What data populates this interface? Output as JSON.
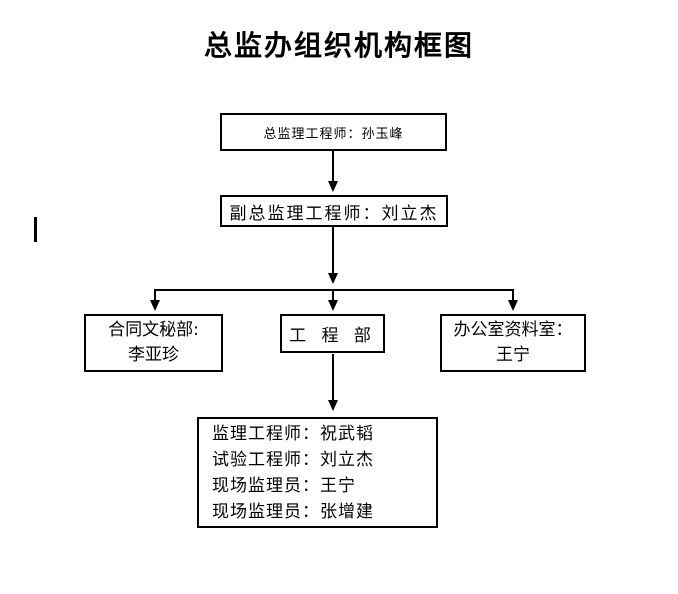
{
  "title": "总监办组织机构框图",
  "cursor_glyph": "|",
  "colors": {
    "background": "#ffffff",
    "line": "#000000",
    "text": "#000000",
    "box_border": "#000000"
  },
  "org_chart": {
    "type": "org-hierarchy",
    "nodes": [
      {
        "id": "chief",
        "label": "总监理工程师：孙玉峰",
        "reports_to": null
      },
      {
        "id": "deputy",
        "label": "副总监理工程师：刘立杰",
        "reports_to": "chief"
      },
      {
        "id": "contract-dept",
        "line1": "合同文秘部:",
        "line2": "李亚珍",
        "reports_to": "deputy"
      },
      {
        "id": "engineering-dept",
        "label": "工 程 部",
        "reports_to": "deputy"
      },
      {
        "id": "office-archive",
        "line1": "办公室资料室：",
        "line2": "王宁",
        "reports_to": "deputy"
      },
      {
        "id": "staff-list",
        "lines": [
          "监理工程师：祝武韬",
          "试验工程师：刘立杰",
          "现场监理员：王宁",
          "现场监理员：张增建"
        ],
        "reports_to": "engineering-dept"
      }
    ]
  }
}
